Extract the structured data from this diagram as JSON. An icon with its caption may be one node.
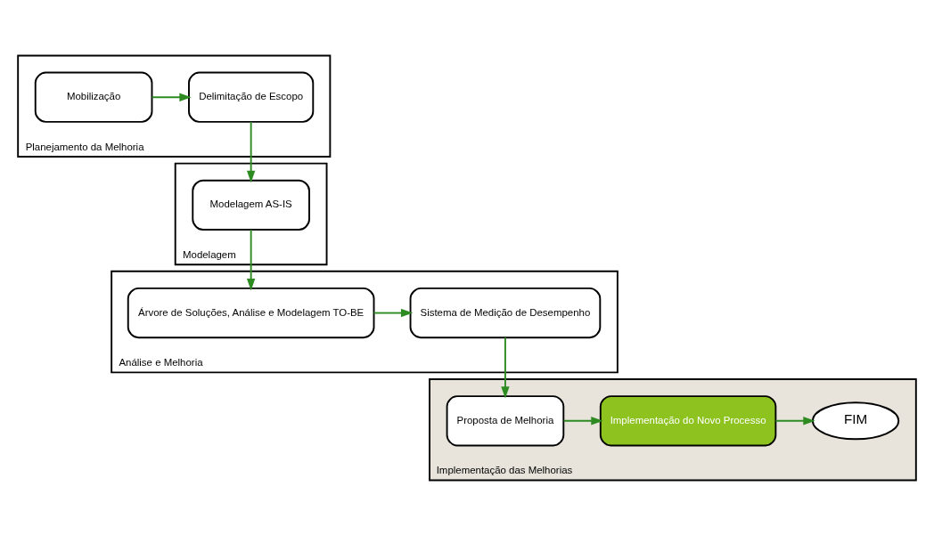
{
  "diagram": {
    "nodes": [
      {
        "text": [
          "Planejamento da Melhoria"
        ]
      },
      {
        "text": [
          "Mobilização"
        ],
        "in": 0
      },
      {
        "text": [
          "Delimitação de Escopo"
        ],
        "in": 0
      },
      {
        "text": [
          "Modelagem"
        ]
      },
      {
        "text": [
          "Modelagem AS-IS"
        ],
        "in": 3
      },
      {
        "text": [
          "Análise e Melhoria"
        ]
      },
      {
        "text": [
          "Árvore de Soluções, Análise e Modelagem TO-BE"
        ],
        "in": 5
      },
      {
        "text": [
          "Sistema de Medição de Desempenho"
        ],
        "in": 5
      },
      {
        "text": [
          "Implementação das Melhorias"
        ]
      },
      {
        "text": [
          "Proposta de Melhoria"
        ],
        "in": 8
      },
      {
        "text": [
          "Implementação do Novo Processo"
        ],
        "in": 8
      },
      {
        "text": [
          "FIM"
        ],
        "in": 8
      }
    ],
    "edges": [
      {
        "from": 1,
        "to": 2,
        "arrow": "to"
      },
      {
        "from": 2,
        "to": 4,
        "arrow": "to"
      },
      {
        "from": 4,
        "to": 6,
        "arrow": "to"
      },
      {
        "from": 6,
        "to": 7,
        "arrow": "to"
      },
      {
        "from": 7,
        "to": 9,
        "arrow": "to"
      },
      {
        "from": 9,
        "to": 10,
        "arrow": "to"
      },
      {
        "from": 10,
        "to": 11,
        "arrow": "to"
      }
    ]
  }
}
